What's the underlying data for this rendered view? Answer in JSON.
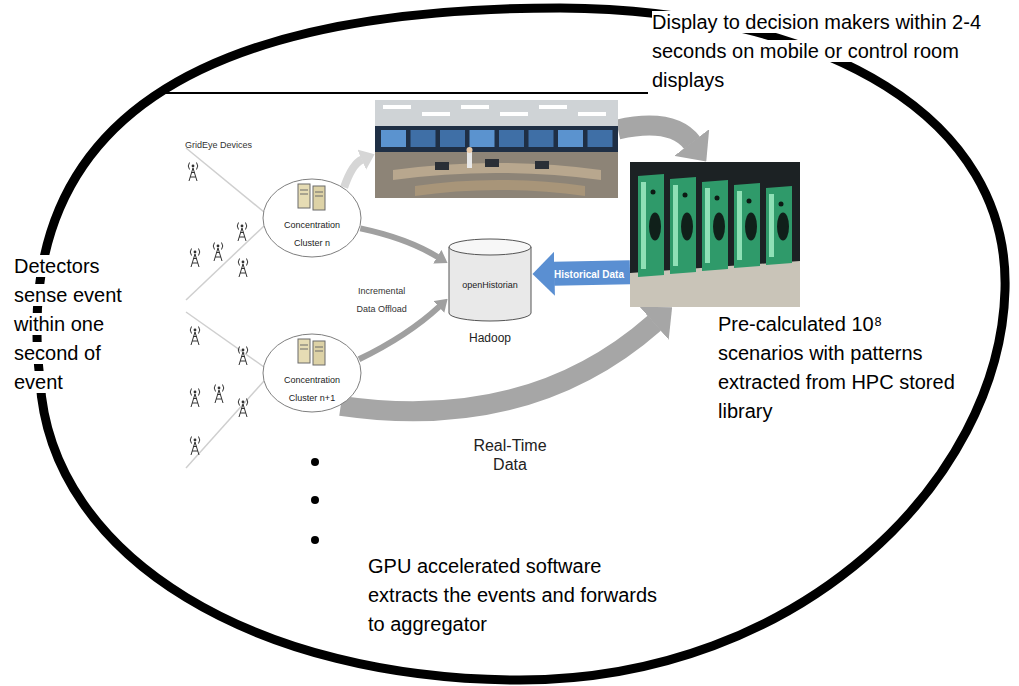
{
  "diagram": {
    "nodes": [
      {
        "text": [
          "Concentration Cluster n"
        ]
      },
      {
        "text": [
          "Display to decision makers within 2-4 seconds on mobile or control room displays"
        ]
      },
      {
        "text": [
          "openHistorian",
          "Hadoop"
        ]
      },
      {
        "text": [
          "Pre-calculated 10⁸ scenarios with patterns extracted from HPC stored library"
        ]
      },
      {
        "text": [
          "Concentration Cluster n+1"
        ]
      }
    ],
    "edges": [
      {
        "from": 0,
        "to": 1,
        "arrow": "to"
      },
      {
        "from": 1,
        "to": 3,
        "arrow": "to"
      },
      {
        "from": 0,
        "to": 2,
        "label": "Incremental Data Offload",
        "arrow": "to"
      },
      {
        "from": 3,
        "to": 2,
        "label": "Historical Data",
        "arrow": "to"
      },
      {
        "from": 4,
        "to": 2,
        "arrow": "to"
      },
      {
        "from": 4,
        "to": 3,
        "label": "Real-Time Data",
        "arrow": "to"
      }
    ],
    "labels": [
      "GridEye Devices",
      "Detectors sense event within one second of event",
      "GPU accelerated software extracts the events and forwards to aggregator"
    ]
  }
}
